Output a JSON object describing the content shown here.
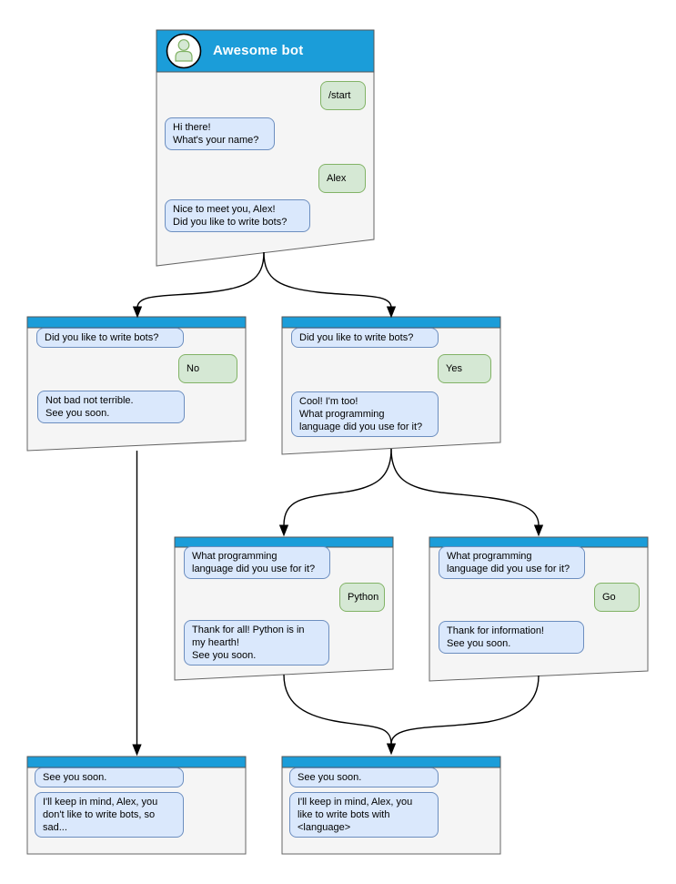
{
  "colors": {
    "header_blue": "#1b9dd9",
    "window_fill": "#f5f5f5",
    "window_border": "#666666",
    "bot_bubble_fill": "#dae8fc",
    "bot_bubble_border": "#6c8ebf",
    "user_bubble_fill": "#d5e8d4",
    "user_bubble_border": "#82b366",
    "arrow": "#000000"
  },
  "root_window": {
    "title": "Awesome bot",
    "avatar_icon": "person-icon",
    "msg_start": "/start",
    "msg_greet": "Hi there!\nWhat's your name?",
    "msg_name": "Alex",
    "msg_nice": "Nice to meet you, Alex!\nDid you like to write bots?"
  },
  "no_branch": {
    "msg_question": "Did you like to write bots?",
    "msg_answer": "No",
    "msg_reply": "Not bad not terrible.\nSee you soon."
  },
  "yes_branch": {
    "msg_question": "Did you like to write bots?",
    "msg_answer": "Yes",
    "msg_reply": "Cool! I'm too!\nWhat programming\nlanguage did you use for it?"
  },
  "python_branch": {
    "msg_question": "What programming\nlanguage did you use for it?",
    "msg_answer": "Python",
    "msg_reply": "Thank for all! Python is in\nmy hearth!\nSee you soon."
  },
  "go_branch": {
    "msg_question": "What programming\nlanguage did you use for it?",
    "msg_answer": "Go",
    "msg_reply": "Thank for information!\nSee you soon."
  },
  "end_no": {
    "msg_question": "See you soon.",
    "msg_reply": "I'll keep in mind, Alex, you\ndon't like to write bots, so\nsad..."
  },
  "end_yes": {
    "msg_question": "See you soon.",
    "msg_reply": "I'll keep in mind, Alex, you\nlike to write bots with\n<language>"
  },
  "edges": [
    {
      "from": "root_window",
      "to": "no_branch"
    },
    {
      "from": "root_window",
      "to": "yes_branch"
    },
    {
      "from": "no_branch",
      "to": "end_no"
    },
    {
      "from": "yes_branch",
      "to": "python_branch"
    },
    {
      "from": "yes_branch",
      "to": "go_branch"
    },
    {
      "from": "python_branch",
      "to": "end_yes"
    },
    {
      "from": "go_branch",
      "to": "end_yes"
    }
  ]
}
